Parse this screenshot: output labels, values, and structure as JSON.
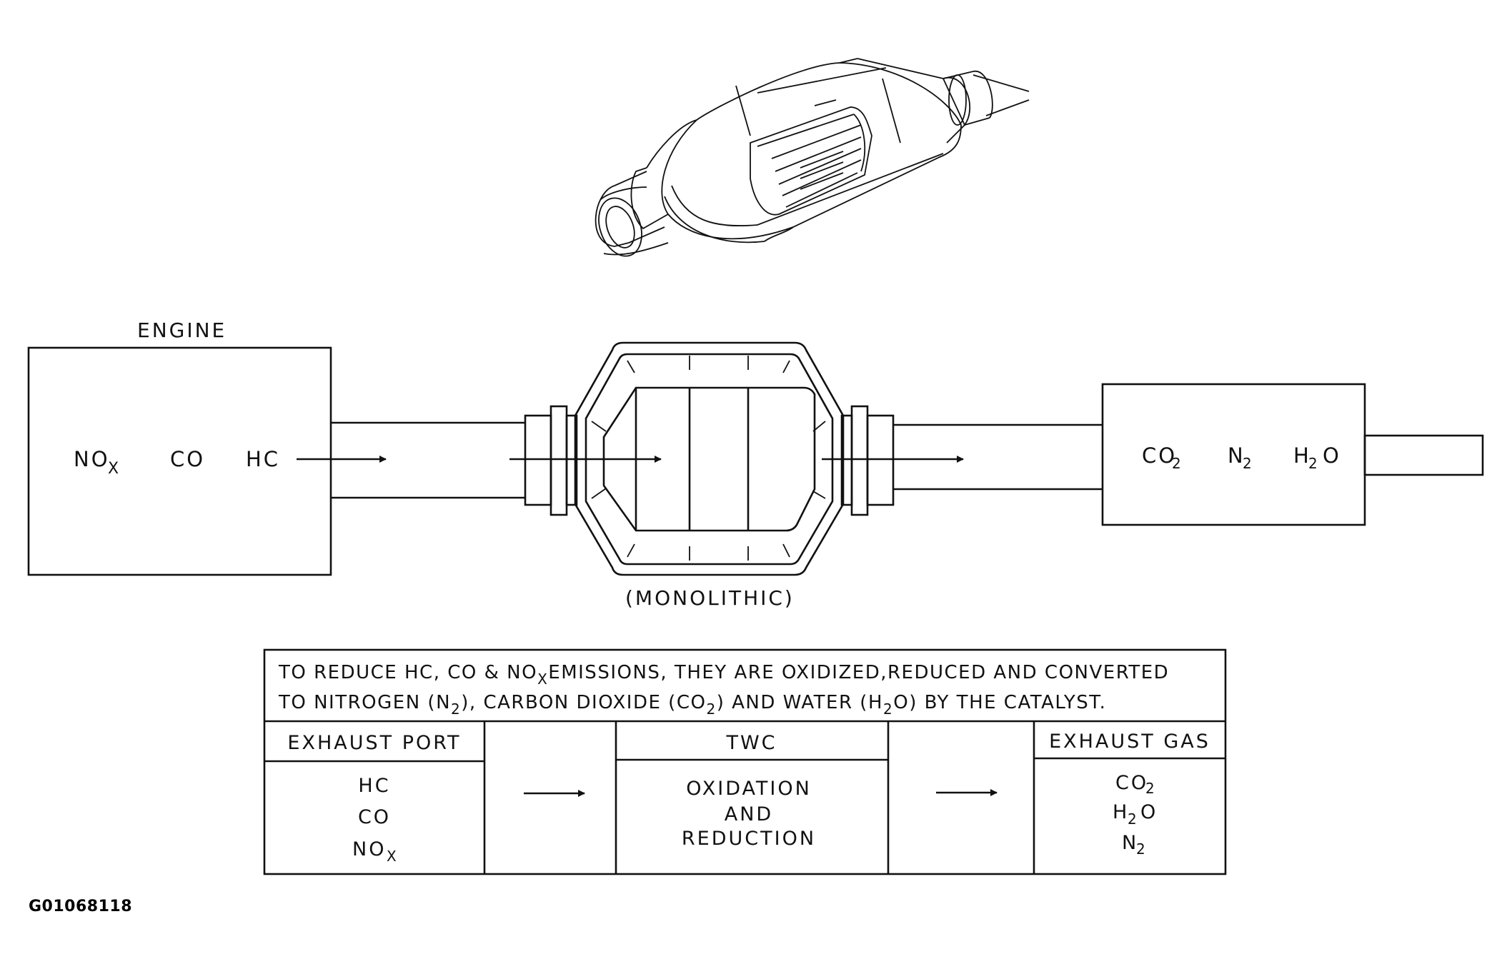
{
  "engine": {
    "title": "ENGINE",
    "gases": [
      "NO",
      "CO",
      "HC"
    ],
    "nox_sub": "X"
  },
  "converter": {
    "caption": "(MONOLITHIC)"
  },
  "outlet": {
    "gases": [
      "CO",
      "N",
      "H",
      "O"
    ],
    "subs": [
      "2",
      "2",
      "2"
    ]
  },
  "table": {
    "header_line1_a": "TO REDUCE HC, CO & NO",
    "header_line1_sub": "X",
    "header_line1_b": "EMISSIONS, THEY ARE OXIDIZED,REDUCED AND CONVERTED",
    "header_line2_a": "TO NITROGEN (N",
    "header_line2_b": "), CARBON DIOXIDE (CO",
    "header_line2_c": ") AND WATER (H",
    "header_line2_d": "O) BY THE CATALYST.",
    "sub2": "2",
    "col1_title": "EXHAUST PORT",
    "col1_items": [
      "HC",
      "CO",
      "NO"
    ],
    "col1_nox_sub": "X",
    "col3_title": "TWC",
    "col3_lines": [
      "OXIDATION",
      "AND",
      "REDUCTION"
    ],
    "col5_title": "EXHAUST GAS",
    "col5_items": [
      "CO",
      "H",
      "O",
      "N"
    ],
    "col5_subs": [
      "2",
      "2",
      "2"
    ]
  },
  "figure_code": "G01068118"
}
